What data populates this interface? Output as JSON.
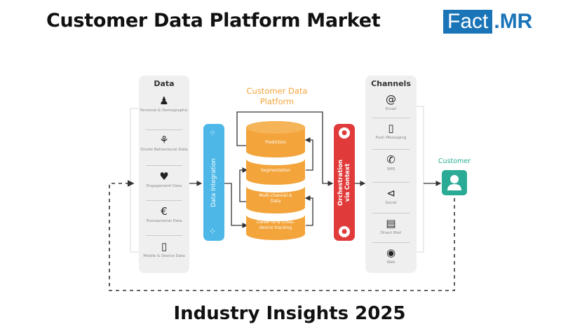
{
  "header": {
    "title": "Customer Data Platform Market",
    "logo": {
      "primary": "Fact",
      "secondary": ".MR",
      "brand_color": "#1a74b8"
    }
  },
  "footer": {
    "subtitle": "Industry Insights 2025"
  },
  "data_panel": {
    "title": "Data",
    "items": [
      {
        "icon": "person-icon",
        "label": "Personal & Demographic"
      },
      {
        "icon": "head-icon",
        "label": "Onsite Behavioural Data"
      },
      {
        "icon": "heart-icon",
        "label": "Engagement Data"
      },
      {
        "icon": "currency-icon",
        "label": "Transactional Data"
      },
      {
        "icon": "mobile-icon",
        "label": "Mobile & Device Data"
      }
    ]
  },
  "integration": {
    "label": "Data Integration",
    "color": "#4db8e8"
  },
  "platform": {
    "title_line1": "Customer Data",
    "title_line2": "Platform",
    "color": "#f3a43b",
    "layers": [
      {
        "label_line1": "Prediction",
        "label_line2": ""
      },
      {
        "label_line1": "Segmentation",
        "label_line2": ""
      },
      {
        "label_line1": "Multi-channel &",
        "label_line2": "Data"
      },
      {
        "label_line1": "Clever ID & Cross-",
        "label_line2": "device tracking"
      }
    ]
  },
  "orchestration": {
    "label_line1": "Orchestration",
    "label_line2": "via Context",
    "color": "#e03a3a"
  },
  "channels_panel": {
    "title": "Channels",
    "items": [
      {
        "icon": "at-icon",
        "label": "Email"
      },
      {
        "icon": "phone-icon",
        "label": "Push Messaging"
      },
      {
        "icon": "sms-icon",
        "label": "SMS"
      },
      {
        "icon": "share-icon",
        "label": "Social"
      },
      {
        "icon": "mail-icon",
        "label": "Direct Mail"
      },
      {
        "icon": "web-icon",
        "label": "Web"
      }
    ]
  },
  "customer": {
    "label": "Customer",
    "color": "#2bab96"
  }
}
